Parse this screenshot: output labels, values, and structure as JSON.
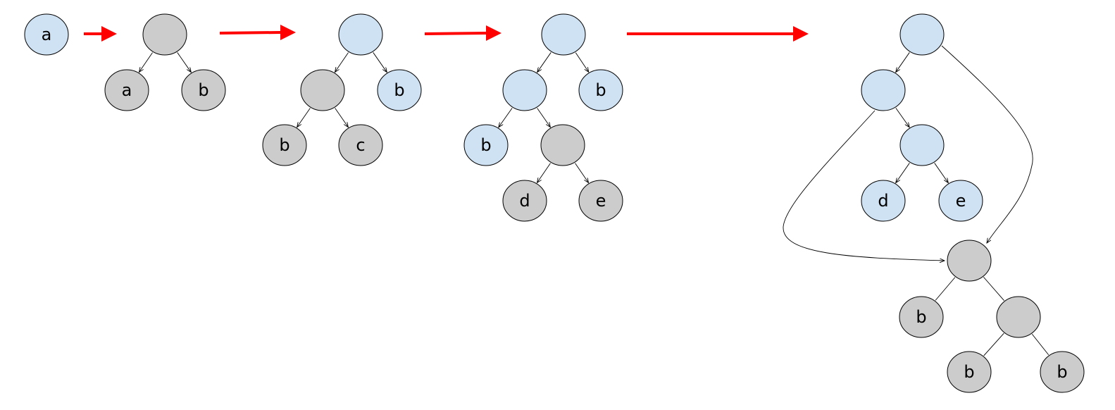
{
  "title": "Tree transformation sequence",
  "colors": {
    "blue_node": "#cfe2f3",
    "gray_node": "#cccccc",
    "step_arrow": "#ff0000"
  },
  "stages": [
    {
      "id": "stage-1",
      "nodes": [
        {
          "id": "s1-a",
          "label": "a",
          "color": "blue"
        }
      ],
      "edges": []
    },
    {
      "id": "stage-2",
      "nodes": [
        {
          "id": "s2-root",
          "label": "",
          "color": "gray"
        },
        {
          "id": "s2-a",
          "label": "a",
          "color": "gray"
        },
        {
          "id": "s2-b",
          "label": "b",
          "color": "gray"
        }
      ],
      "edges": [
        {
          "from": "s2-root",
          "to": "s2-a",
          "arrow": true
        },
        {
          "from": "s2-root",
          "to": "s2-b",
          "arrow": true
        }
      ]
    },
    {
      "id": "stage-3",
      "nodes": [
        {
          "id": "s3-root",
          "label": "",
          "color": "blue"
        },
        {
          "id": "s3-mid",
          "label": "",
          "color": "gray"
        },
        {
          "id": "s3-b-right",
          "label": "b",
          "color": "blue"
        },
        {
          "id": "s3-b",
          "label": "b",
          "color": "gray"
        },
        {
          "id": "s3-c",
          "label": "c",
          "color": "gray"
        }
      ],
      "edges": [
        {
          "from": "s3-root",
          "to": "s3-mid",
          "arrow": true
        },
        {
          "from": "s3-root",
          "to": "s3-b-right",
          "arrow": true
        },
        {
          "from": "s3-mid",
          "to": "s3-b",
          "arrow": true
        },
        {
          "from": "s3-mid",
          "to": "s3-c",
          "arrow": true
        }
      ]
    },
    {
      "id": "stage-4",
      "nodes": [
        {
          "id": "s4-root",
          "label": "",
          "color": "blue"
        },
        {
          "id": "s4-mid",
          "label": "",
          "color": "blue"
        },
        {
          "id": "s4-b-right",
          "label": "b",
          "color": "blue"
        },
        {
          "id": "s4-b",
          "label": "b",
          "color": "blue"
        },
        {
          "id": "s4-inner",
          "label": "",
          "color": "gray"
        },
        {
          "id": "s4-d",
          "label": "d",
          "color": "gray"
        },
        {
          "id": "s4-e",
          "label": "e",
          "color": "gray"
        }
      ],
      "edges": [
        {
          "from": "s4-root",
          "to": "s4-mid",
          "arrow": true
        },
        {
          "from": "s4-root",
          "to": "s4-b-right",
          "arrow": true
        },
        {
          "from": "s4-mid",
          "to": "s4-b",
          "arrow": true
        },
        {
          "from": "s4-mid",
          "to": "s4-inner",
          "arrow": true
        },
        {
          "from": "s4-inner",
          "to": "s4-d",
          "arrow": true
        },
        {
          "from": "s4-inner",
          "to": "s4-e",
          "arrow": true
        }
      ]
    },
    {
      "id": "stage-5",
      "nodes": [
        {
          "id": "s5-root",
          "label": "",
          "color": "blue"
        },
        {
          "id": "s5-mid",
          "label": "",
          "color": "blue"
        },
        {
          "id": "s5-inner",
          "label": "",
          "color": "blue"
        },
        {
          "id": "s5-d",
          "label": "d",
          "color": "blue"
        },
        {
          "id": "s5-e",
          "label": "e",
          "color": "blue"
        },
        {
          "id": "s5-shared",
          "label": "",
          "color": "gray"
        },
        {
          "id": "s5-b1",
          "label": "b",
          "color": "gray"
        },
        {
          "id": "s5-sub",
          "label": "",
          "color": "gray"
        },
        {
          "id": "s5-b2",
          "label": "b",
          "color": "gray"
        },
        {
          "id": "s5-b3",
          "label": "b",
          "color": "gray"
        }
      ],
      "edges": [
        {
          "from": "s5-root",
          "to": "s5-mid",
          "arrow": true
        },
        {
          "from": "s5-mid",
          "to": "s5-inner",
          "arrow": true
        },
        {
          "from": "s5-inner",
          "to": "s5-d",
          "arrow": true
        },
        {
          "from": "s5-inner",
          "to": "s5-e",
          "arrow": true
        },
        {
          "from": "s5-root",
          "to": "s5-shared",
          "arrow": true,
          "curved": true
        },
        {
          "from": "s5-mid",
          "to": "s5-shared",
          "arrow": true,
          "curved": true
        },
        {
          "from": "s5-shared",
          "to": "s5-b1",
          "arrow": false
        },
        {
          "from": "s5-shared",
          "to": "s5-sub",
          "arrow": false
        },
        {
          "from": "s5-sub",
          "to": "s5-b2",
          "arrow": false
        },
        {
          "from": "s5-sub",
          "to": "s5-b3",
          "arrow": false
        }
      ]
    }
  ],
  "transitions": [
    {
      "from": "stage-1",
      "to": "stage-2"
    },
    {
      "from": "stage-2",
      "to": "stage-3"
    },
    {
      "from": "stage-3",
      "to": "stage-4"
    },
    {
      "from": "stage-4",
      "to": "stage-5"
    }
  ]
}
